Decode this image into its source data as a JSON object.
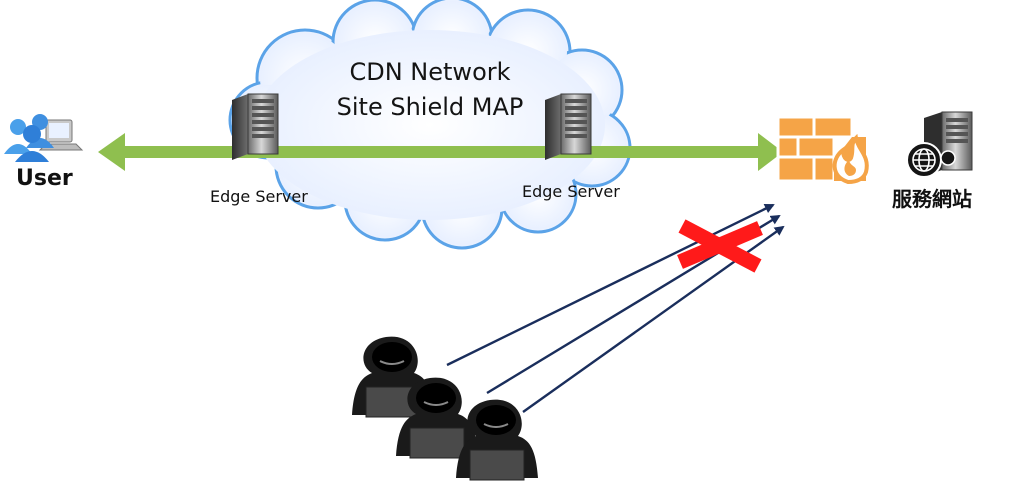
{
  "diagram": {
    "cloud": {
      "line1": "CDN Network",
      "line2": "Site Shield MAP"
    },
    "user_label": "User",
    "edge_servers": [
      {
        "label": "Edge Server"
      },
      {
        "label": "Edge Server"
      }
    ],
    "origin_label": "服務網站"
  },
  "colors": {
    "cloud_fill": "#eef3ff",
    "cloud_stroke": "#5ba3e8",
    "arrow_green": "#8fbf4f",
    "firewall": "#f5a447",
    "attack_line": "#1a2e5c",
    "block_x": "#ff1a1a",
    "hacker": "#1a1a1a"
  },
  "icons": {
    "user": "users-computer-icon",
    "edge_server": "server-tower-icon",
    "firewall": "firewall-fire-icon",
    "origin": "web-server-globe-icon",
    "attacker": "hooded-hacker-icon",
    "blocked": "red-x-icon"
  }
}
